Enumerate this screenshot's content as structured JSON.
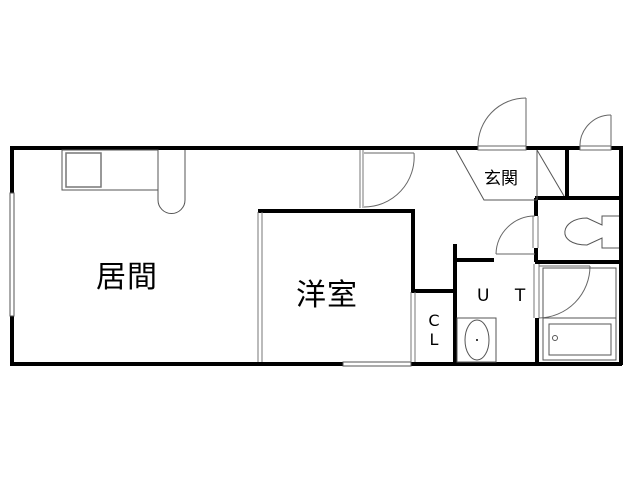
{
  "floor_plan": {
    "rooms": {
      "living": {
        "label": "居間"
      },
      "western_room": {
        "label": "洋室"
      },
      "entrance": {
        "label": "玄関"
      },
      "utility": {
        "label": "U T"
      },
      "closet": {
        "label": "C\nL",
        "line1": "C",
        "line2": "L"
      }
    },
    "colors": {
      "wall": "#000000",
      "fixture": "#666666",
      "background": "#ffffff"
    }
  }
}
